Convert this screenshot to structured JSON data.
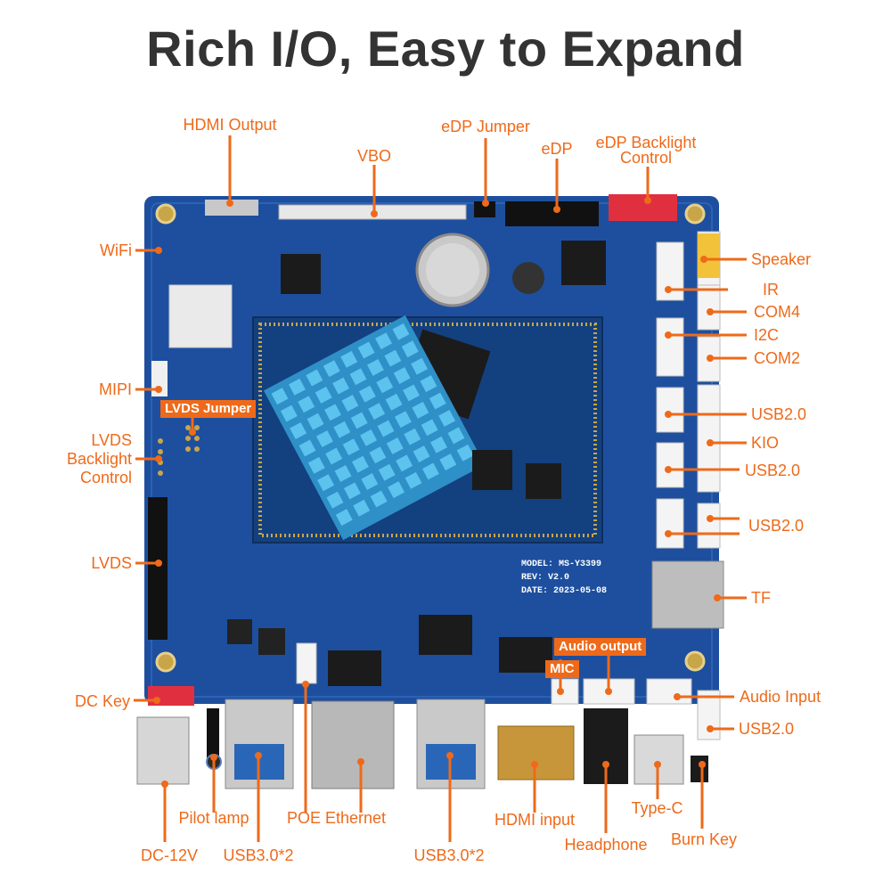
{
  "title": "Rich I/O, Easy to Expand",
  "labels": {
    "hdmi_output": "HDMI Output",
    "vbo": "VBO",
    "edp_jumper": "eDP Jumper",
    "edp": "eDP",
    "edp_backlight_1": "eDP Backlight",
    "edp_backlight_2": "Control",
    "wifi": "WiFi",
    "speaker": "Speaker",
    "ir": "IR",
    "com4": "COM4",
    "i2c": "I2C",
    "com2": "COM2",
    "mipi": "MIPI",
    "lvds_jumper": "LVDS Jumper",
    "lvds_bl_1": "LVDS",
    "lvds_bl_2": "Backlight",
    "lvds_bl_3": "Control",
    "usb20_a": "USB2.0",
    "kio": "KIO",
    "usb20_b": "USB2.0",
    "usb20_c": "USB2.0",
    "lvds": "LVDS",
    "tf": "TF",
    "audio_output": "Audio output",
    "mic": "MIC",
    "audio_input": "Audio Input",
    "dc_key": "DC Key",
    "usb20_d": "USB2.0",
    "pilot_lamp": "Pilot lamp",
    "poe": "POE",
    "ethernet": "Ethernet",
    "hdmi_input": "HDMI input",
    "type_c": "Type-C",
    "dc_12v": "DC-12V",
    "usb30_a": "USB3.0*2",
    "usb30_b": "USB3.0*2",
    "headphone": "Headphone",
    "burn_key": "Burn Key"
  },
  "silkscreen": {
    "model": "MODEL: MS-Y3399",
    "rev": "REV: V2.0",
    "date": "DATE: 2023-05-08"
  },
  "colors": {
    "accent": "#ee6a1a",
    "board": "#1d4f9e",
    "heatsink": "#3aa6da",
    "title": "#333333"
  }
}
